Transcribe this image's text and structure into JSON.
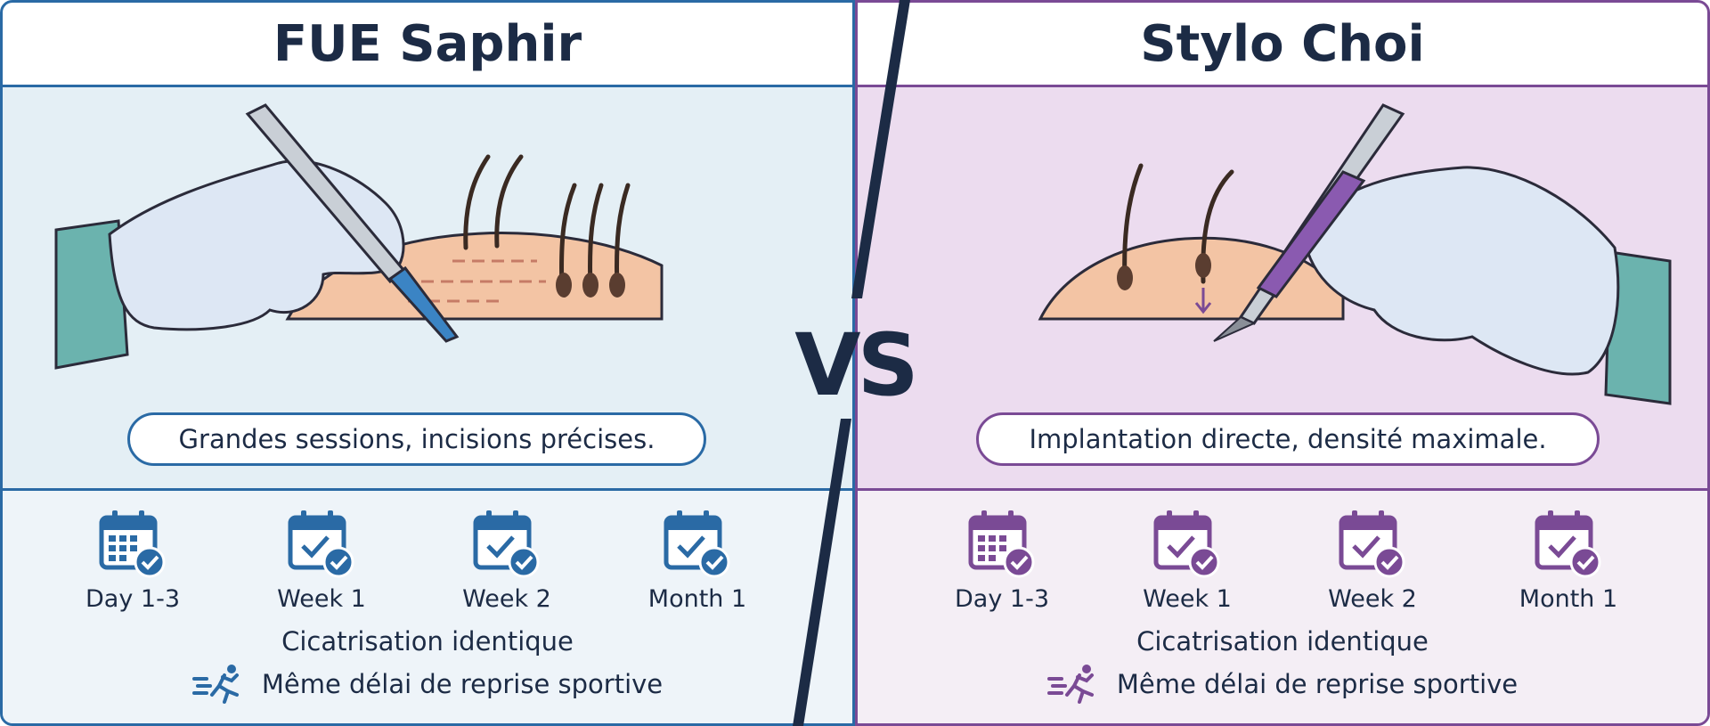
{
  "left": {
    "title": "FUE Saphir",
    "caption": "Grandes sessions, incisions précises.",
    "steps": [
      "Day 1-3",
      "Week 1",
      "Week 2",
      "Month 1"
    ],
    "healing": "Cicatrisation identique",
    "sport": "Même délai de reprise sportive",
    "accent": "#2a6aa5",
    "tool_icon": "scalpel-icon"
  },
  "right": {
    "title": "Stylo Choi",
    "caption": "Implantation directe, densité maximale.",
    "steps": [
      "Day 1-3",
      "Week 1",
      "Week 2",
      "Month 1"
    ],
    "healing": "Cicatrisation identique",
    "sport": "Même délai de reprise sportive",
    "accent": "#7a4a95",
    "tool_icon": "choi-pen-icon"
  },
  "vs_label": "VS"
}
